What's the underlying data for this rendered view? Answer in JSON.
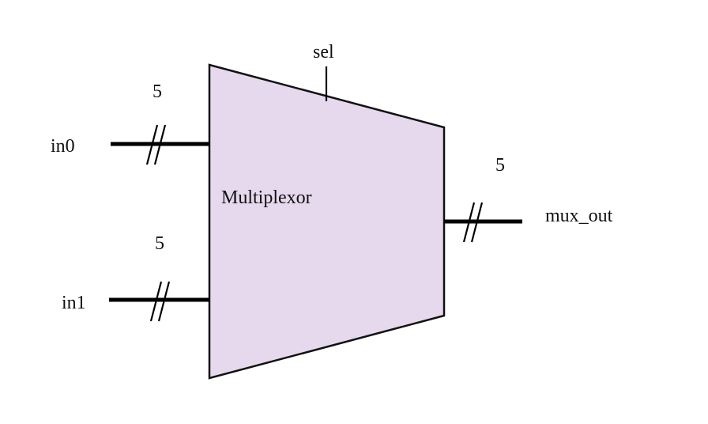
{
  "colors": {
    "mux_fill": "#e6d9ee",
    "mux_stroke": "#111111",
    "wire": "#000000",
    "text": "#111111"
  },
  "block": {
    "label": "Multiplexor",
    "shape": "trapezoid"
  },
  "select": {
    "label": "sel"
  },
  "inputs": [
    {
      "name": "in0",
      "width": "5"
    },
    {
      "name": "in1",
      "width": "5"
    }
  ],
  "output": {
    "name": "mux_out",
    "width": "5"
  }
}
